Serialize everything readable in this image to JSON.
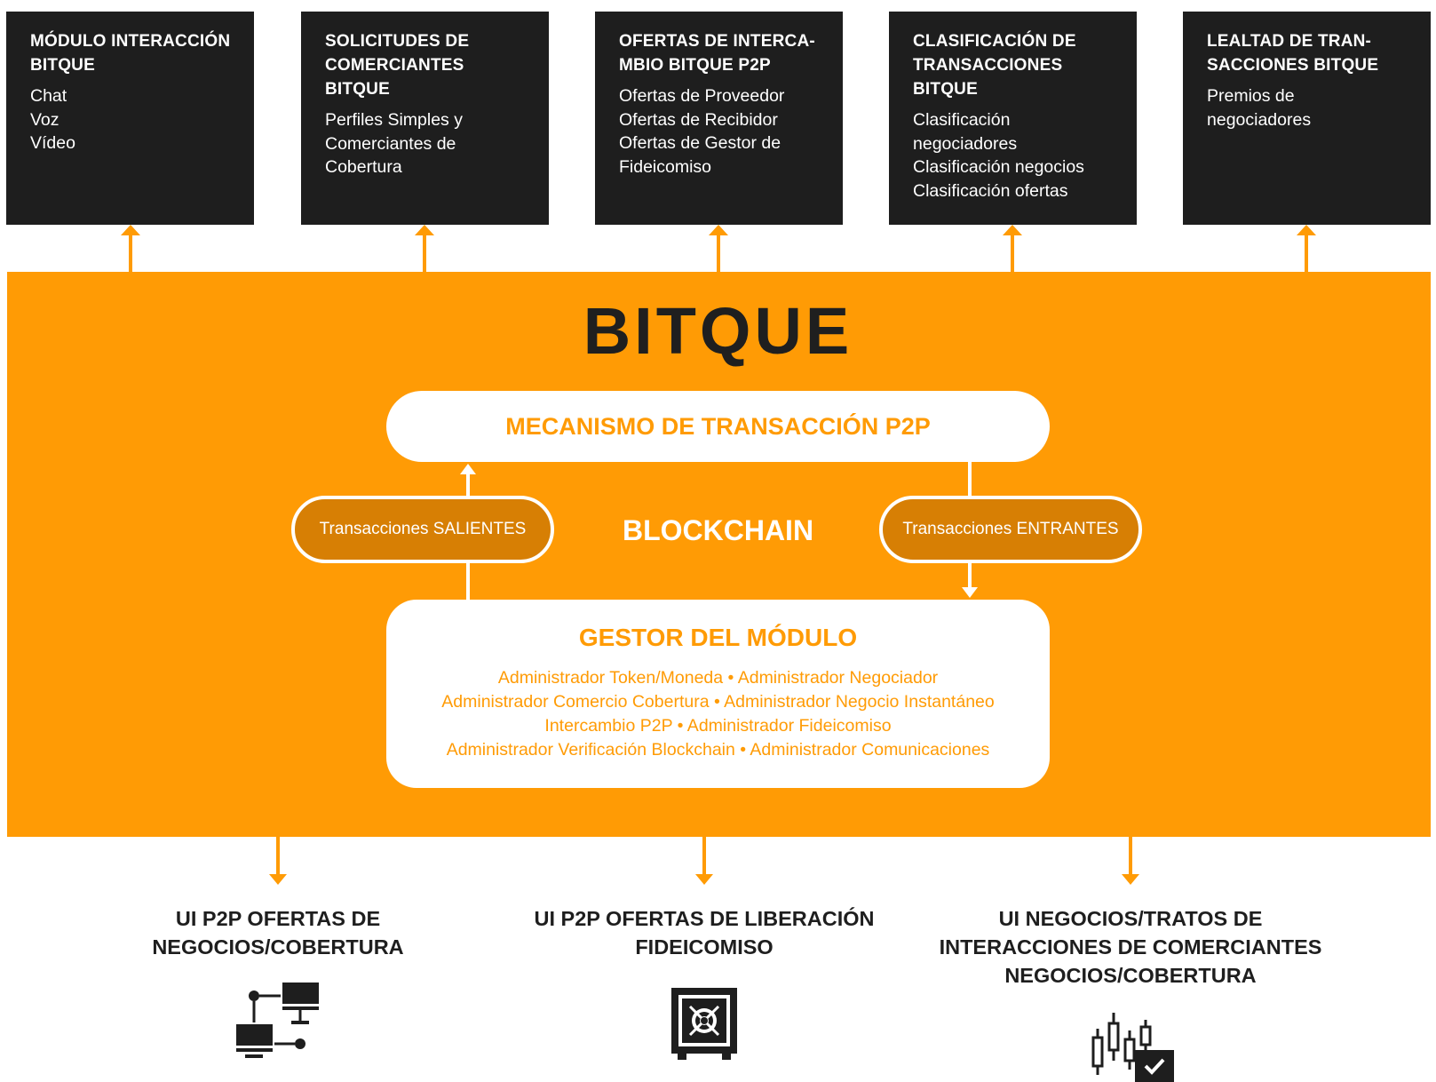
{
  "top_modules": [
    {
      "title": "MÓDULO INTERACCIÓN\nBITQUE",
      "items": "Chat\nVoz\nVídeo"
    },
    {
      "title": "SOLICITUDES DE\nCOMERCIANTES BITQUE",
      "items": "Perfiles Simples y\nComerciantes de\nCobertura"
    },
    {
      "title": "OFERTAS DE INTERCA-\nMBIO BITQUE P2P",
      "items": "Ofertas de Proveedor\nOfertas de Recibidor\nOfertas de Gestor de\nFideicomiso"
    },
    {
      "title": "CLASIFICACIÓN DE\nTRANSACCIONES\nBITQUE",
      "items": "Clasificación\nnegociadores\nClasificación negocios\nClasificación ofertas"
    },
    {
      "title": "LEALTAD DE TRAN-\nSACCIONES BITQUE",
      "items": "Premios de\nnegociadores"
    }
  ],
  "logo_text": "BITQUE",
  "mechanism": "MECANISMO DE TRANSACCIÓN P2P",
  "outgoing": "Transacciones SALIENTES",
  "blockchain": "BLOCKCHAIN",
  "incoming": "Transacciones ENTRANTES",
  "manager": {
    "title": "GESTOR DEL MÓDULO",
    "lines": [
      "Administrador Token/Moneda • Administrador Negociador",
      "Administrador Comercio Cobertura • Administrador Negocio Instantáneo",
      "Intercambio P2P • Administrador Fideicomiso",
      "Administrador Verificación Blockchain • Administrador Comunicaciones"
    ]
  },
  "bottom": [
    {
      "title": "UI P2P OFERTAS DE\nNEGOCIOS/COBERTURA",
      "icon": "network-computers-icon"
    },
    {
      "title": "UI P2P OFERTAS DE LIBERACIÓN\nFIDEICOMISO",
      "icon": "safe-vault-icon"
    },
    {
      "title": "UI NEGOCIOS/TRATOS DE\nINTERACCIONES DE COMERCIANTES\nNEGOCIOS/COBERTURA",
      "icon": "candlestick-check-icon"
    }
  ],
  "colors": {
    "orange": "#ff9b05",
    "dark_orange": "#d77f04",
    "dark": "#1e1e1e",
    "white": "#ffffff"
  }
}
